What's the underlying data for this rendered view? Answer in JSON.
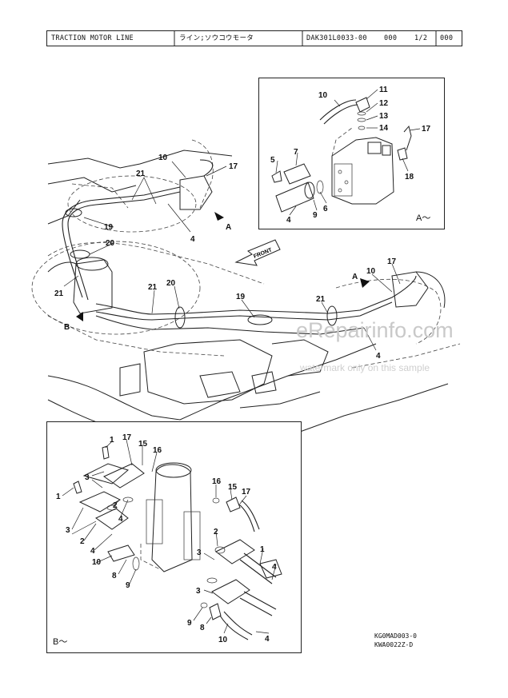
{
  "header": {
    "title": "TRACTION MOTOR LINE",
    "title_jp": "ライン;ソウコウモータ",
    "doc_code": "DAK301L0033-00",
    "revision": "000",
    "page": "1/2",
    "suffix": "000"
  },
  "inset_a": {
    "caption": "A～",
    "labels": [
      "10",
      "11",
      "12",
      "13",
      "14",
      "17",
      "18",
      "5",
      "7",
      "6",
      "4",
      "9"
    ]
  },
  "inset_b": {
    "caption": "B～",
    "labels": [
      "1",
      "17",
      "15",
      "16",
      "3",
      "2",
      "4",
      "10",
      "8",
      "9",
      "16",
      "15",
      "17",
      "2",
      "3",
      "4",
      "3",
      "9",
      "8",
      "10",
      "4"
    ]
  },
  "main": {
    "labels": [
      "10",
      "17",
      "21",
      "4",
      "19",
      "20",
      "21",
      "21",
      "20",
      "19",
      "10",
      "17",
      "21",
      "4"
    ],
    "arrow_a": "A",
    "arrow_b": "B",
    "front": "FRONT"
  },
  "drawing_codes": [
    "KG0MAD003-0",
    "KWA0022Z-D"
  ],
  "watermark": {
    "site": "eRepairinfo.com",
    "note": "watermark only on this sample"
  }
}
